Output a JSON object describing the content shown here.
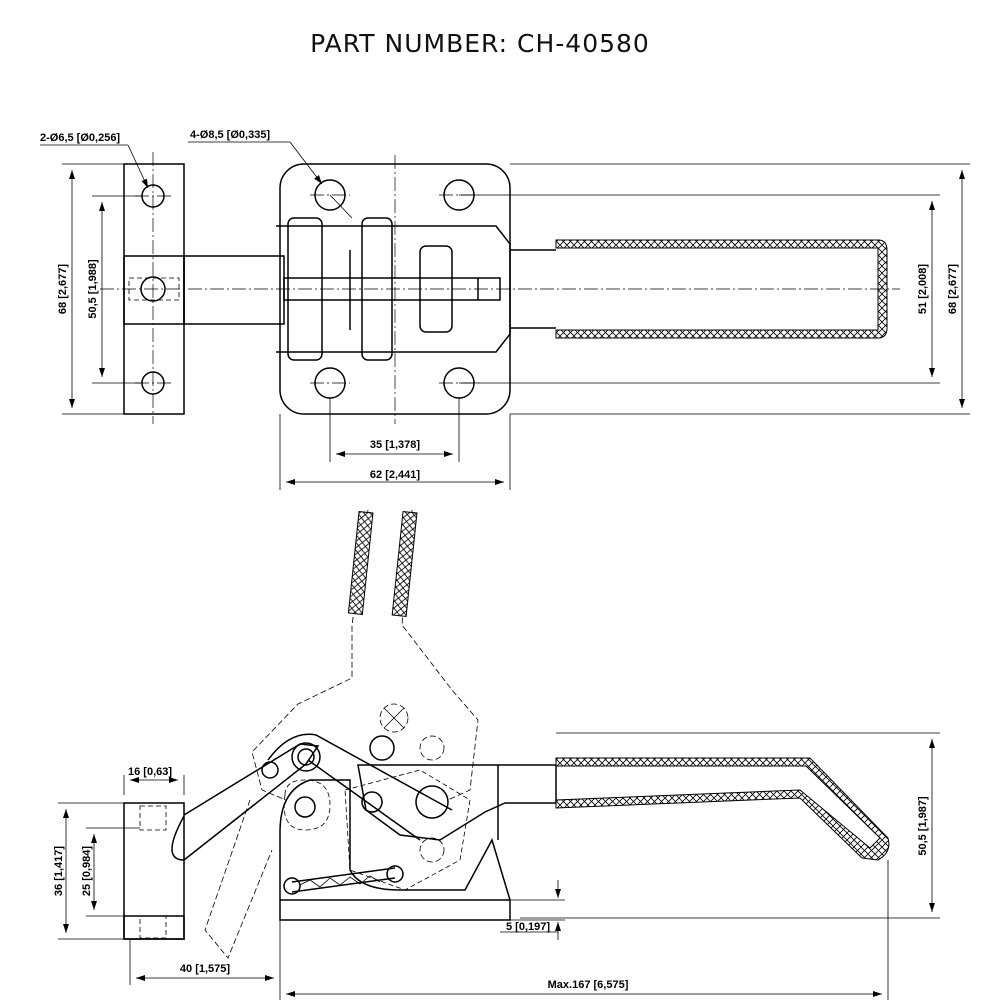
{
  "title": "PART NUMBER:  CH-40580",
  "dimensions": {
    "small_holes": "2-Ø6,5 [Ø0,256]",
    "large_holes": "4-Ø8,5 [Ø0,335]",
    "base_width_left": "68 [2,677]",
    "hole_pitch_left": "50,5 [1,988]",
    "hole_spacing_35": "35 [1,378]",
    "base_length_62": "62 [2,441]",
    "hole_pitch_right": "51 [2,008]",
    "base_width_right": "68 [2,677]",
    "spindle_width": "16 [0,63]",
    "spindle_height_36": "36 [1,417]",
    "spindle_offset_25": "25 [0,984]",
    "handle_height": "50,5 [1,987]",
    "base_thickness": "5 [0,197]",
    "spindle_reach": "40 [1,575]",
    "overall_length": "Max.167 [6,575]"
  }
}
